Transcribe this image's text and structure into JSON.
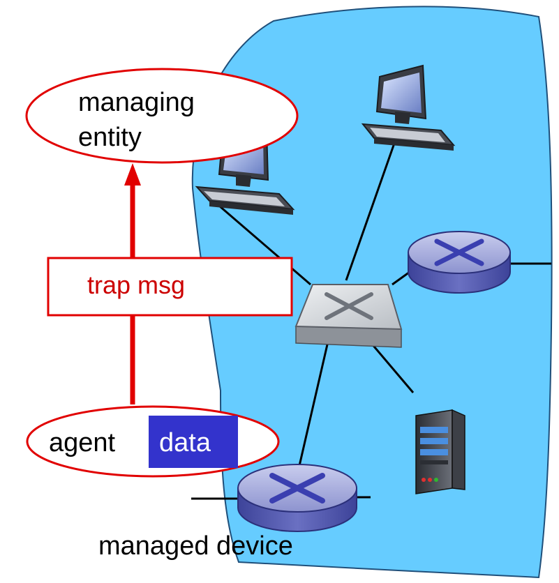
{
  "managing_entity": {
    "line1": "managing",
    "line2": "entity"
  },
  "trap_message": {
    "label": "trap msg"
  },
  "agent": {
    "label": "agent",
    "data_label": "data"
  },
  "managed_device": {
    "label": "managed device"
  },
  "colors": {
    "network_cloud": "#66ccff",
    "accent_red": "#e10000",
    "text_red": "#cc0000",
    "data_box": "#3333cc"
  }
}
